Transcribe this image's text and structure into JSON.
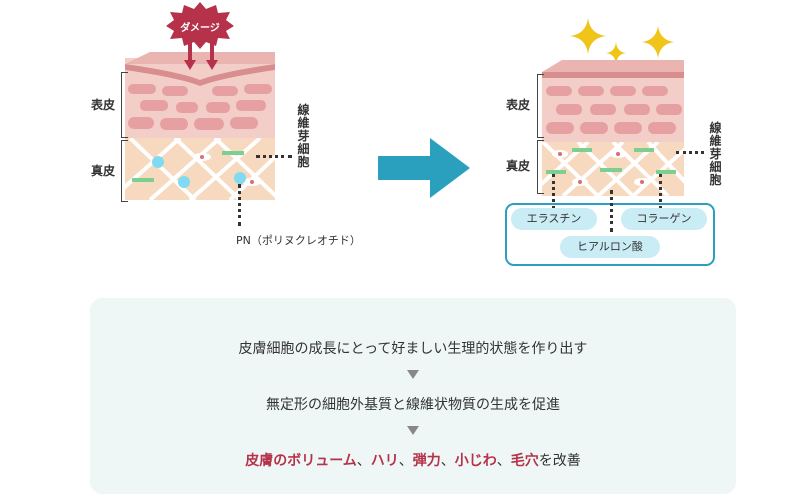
{
  "left": {
    "damage_label": "ダメージ",
    "epidermis_label": "表皮",
    "dermis_label": "真皮",
    "fibroblast_label": "線維芽細胞",
    "pn_label": "PN（ポリヌクレオチド）"
  },
  "right": {
    "epidermis_label": "表皮",
    "dermis_label": "真皮",
    "fibroblast_label": "線維芽細胞",
    "elastin_label": "エラスチン",
    "collagen_label": "コラーゲン",
    "hyaluronic_label": "ヒアルロン酸"
  },
  "steps": {
    "step1": "皮膚細胞の成長にとって好ましい生理的状態を作り出す",
    "step2": "無定形の細胞外基質と線維状物質の生成を促進",
    "results": [
      "皮膚のボリューム",
      "ハリ",
      "弾力",
      "小じわ",
      "毛穴"
    ],
    "separator": "、",
    "suffix": "を改善"
  },
  "colors": {
    "accent": "#2a9fbe",
    "result_text": "#b5324a",
    "damage": "#b5324a",
    "panel_bg": "#eef7f6"
  }
}
